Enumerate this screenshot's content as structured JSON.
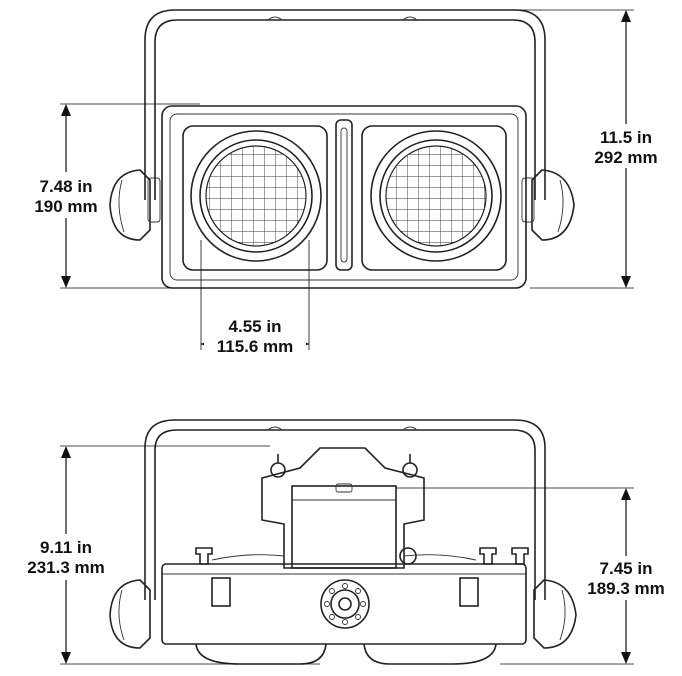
{
  "front_view": {
    "height": {
      "in": "11.5 in",
      "mm": "292 mm"
    },
    "body_height": {
      "in": "7.48 in",
      "mm": "190 mm"
    },
    "lens_width": {
      "in": "4.55 in",
      "mm": "115.6 mm"
    }
  },
  "side_view": {
    "total_height": {
      "in": "9.11 in",
      "mm": "231.3 mm"
    },
    "partial_height": {
      "in": "7.45 in",
      "mm": "189.3 mm"
    }
  },
  "colors": {
    "line": "#222222",
    "background": "#ffffff"
  }
}
